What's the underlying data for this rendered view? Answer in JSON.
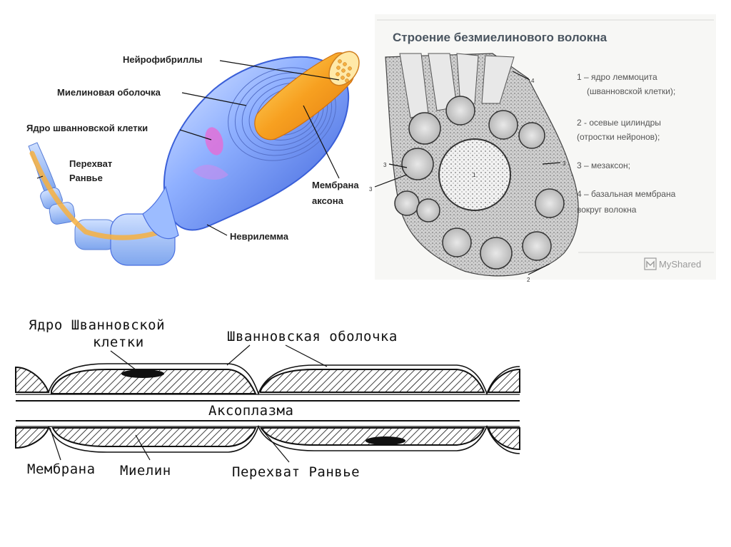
{
  "myelinated_fiber": {
    "labels": {
      "neurofibrils": "Нейрофибриллы",
      "myelin_sheath": "Миелиновая оболочка",
      "schwann_nucleus": "Ядро шванновской клетки",
      "node_ranvier_1": "Перехват",
      "node_ranvier_2": "Ранвье",
      "axon_membrane_1": "Мембрана",
      "axon_membrane_2": "аксона",
      "neurilemma": "Неврилемма"
    }
  },
  "unmyelinated_fiber": {
    "title": "Строение безмиелинового волокна",
    "legend": [
      "1 – ядро леммоцита",
      "(шванновской клетки);",
      "2 - осевые цилиндры",
      "(отростки нейронов);",
      "3 – мезаксон;",
      "4 – базальная мембрана",
      "вокруг волокна"
    ],
    "numbers": [
      "1",
      "2",
      "3",
      "3",
      "3",
      "4"
    ],
    "watermark": "MyShared"
  },
  "schematic": {
    "labels": {
      "schwann_nucleus_1": "Ядро Шванновской",
      "schwann_nucleus_2": "клетки",
      "schwann_sheath": "Шванновская оболочка",
      "axoplasm": "Аксоплазма",
      "membrane": "Мембрана",
      "myelin": "Миелин",
      "node_ranvier": "Перехват Ранвье"
    }
  },
  "colors": {
    "sheath_blue": "#4a6fe0",
    "axon_orange": "#f5a020",
    "nucleus_pink": "#e070d8"
  }
}
